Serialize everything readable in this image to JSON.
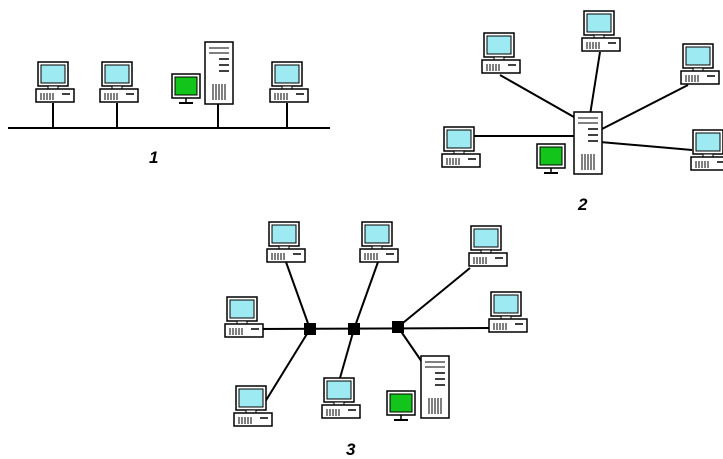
{
  "diagrams": [
    {
      "id": "bus",
      "label": "1"
    },
    {
      "id": "star",
      "label": "2"
    },
    {
      "id": "tree",
      "label": "3"
    }
  ],
  "colors": {
    "workstation_screen": "#9eeaf2",
    "server_console_screen": "#13c41a",
    "device_body": "#ffffff",
    "outline": "#000000",
    "background": "#ffffff"
  },
  "icons": {
    "workstation": "workstation-icon",
    "server": "server-icon",
    "server_console": "server-monitor-icon",
    "hub": "hub-icon"
  }
}
